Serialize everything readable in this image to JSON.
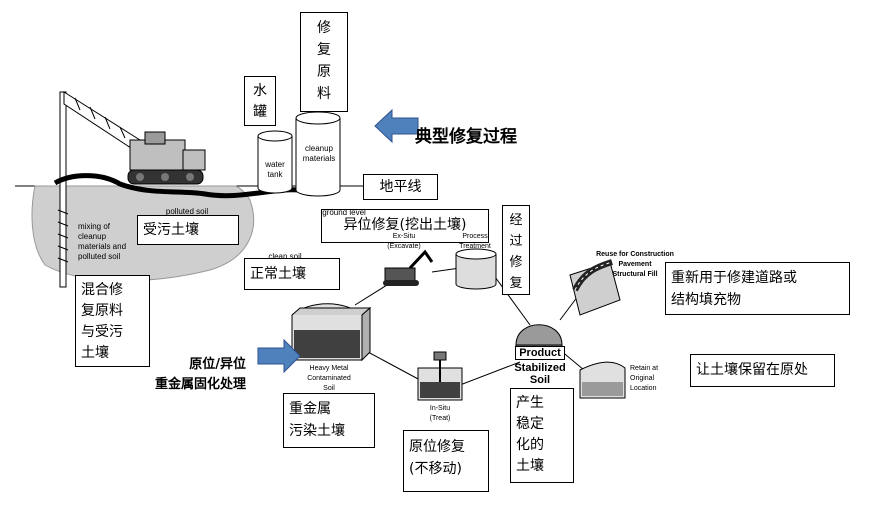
{
  "title": "典型修复过程",
  "boxes": {
    "water_tank_cn": "水\n罐",
    "materials_cn": "修\n复\n原\n料",
    "ground_line_cn": "地平线",
    "contaminated_cn": "受污土壤",
    "exsitu_cn": "异位修复(挖出土壤)",
    "treated_cn": "经\n过\n修\n复",
    "clean_cn": "正常土壤",
    "reuse_cn": "重新用于修建道路或\n结构填充物",
    "mixing_cn": "混合修\n复原料\n与受污\n土壤",
    "retain_cn": "让土壤保留在原处",
    "heavy_metal_cn": "重金属\n污染土壤",
    "insitu_cn": "原位修复\n(不移动)",
    "stabilized_cn": "产生\n稳定\n化的\n土壤",
    "process_cn": "原位/异位\n重金属固化处理"
  },
  "labels": {
    "water_tank_en": "water\ntank",
    "materials_en": "cleanup\nmaterials",
    "polluted_soil_en": "polluted soil",
    "ground_level_en": "ground level",
    "mixing_en": "mixing of\ncleanup\nmaterials and\npolluted soil",
    "clean_soil_en": "clean soil",
    "exsitu_en": "Ex-Situ\n(Excavate)",
    "process_treatment_en": "Process\nTreatment",
    "reuse_en": "Reuse for Construction\nPavement\nStructural Fill",
    "heavy_metal_en": "Heavy Metal\nContaminated\nSoil",
    "insitu_en": "In-Situ\n(Treat)",
    "product_en": "Product",
    "stabilized_en": "Stabilized\nSoil",
    "retain_en": "Retain at\nOriginal\nLocation"
  },
  "colors": {
    "arrow_blue": "#4f81bd",
    "arrow_border": "#2f528f",
    "soil_gray": "#cfcfcf",
    "dark_soil": "#404040"
  }
}
